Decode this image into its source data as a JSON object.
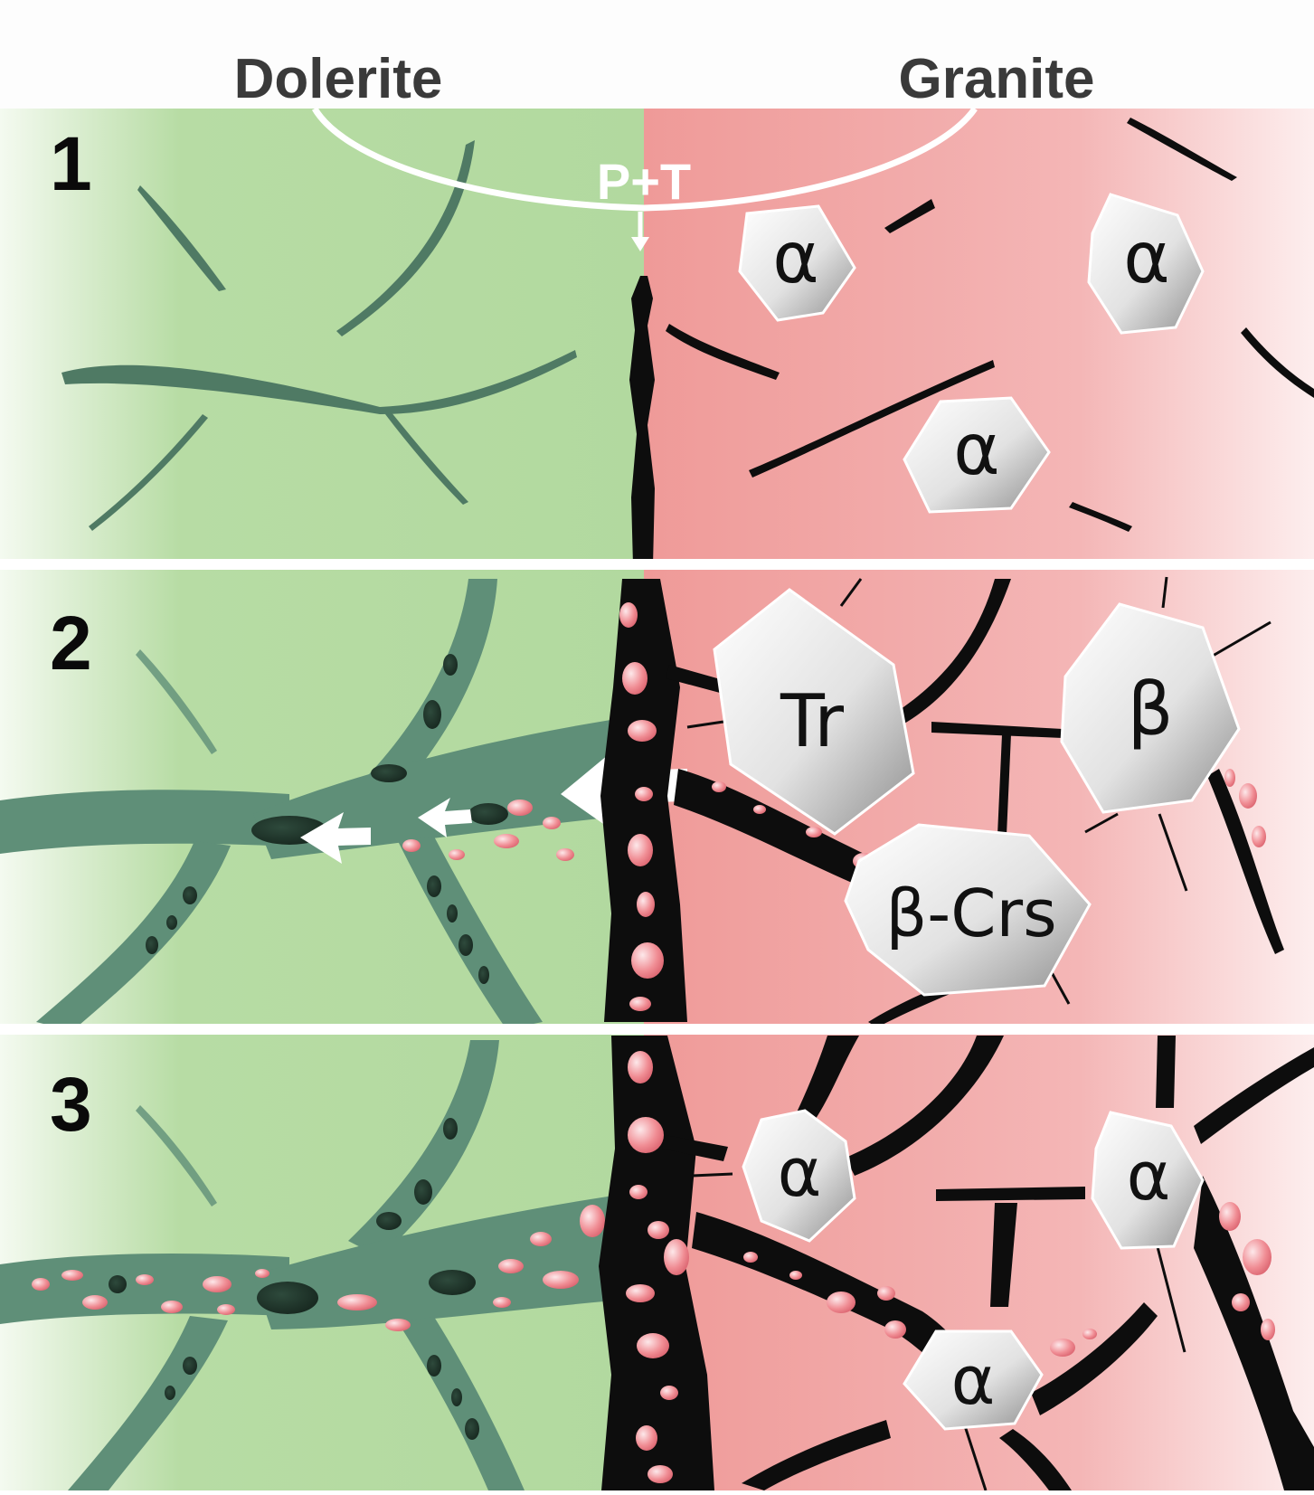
{
  "headers": {
    "left": "Dolerite",
    "right": "Granite"
  },
  "annotation": {
    "pressure_temperature": "P+T"
  },
  "stages": [
    {
      "number": "1"
    },
    {
      "number": "2"
    },
    {
      "number": "3"
    }
  ],
  "crystals": {
    "alpha": "α",
    "beta": "β",
    "tridymite": "Tr",
    "beta_cristobalite": "β-Crs"
  },
  "colors": {
    "dolerite_fill": "#b3dca2",
    "granite_fill": "#f2a3a3",
    "dolerite_vein": "#5f8f78",
    "granite_vein": "#0d0d0d",
    "melt_inclusion": "#ee8f95",
    "separator": "#ffffff"
  }
}
